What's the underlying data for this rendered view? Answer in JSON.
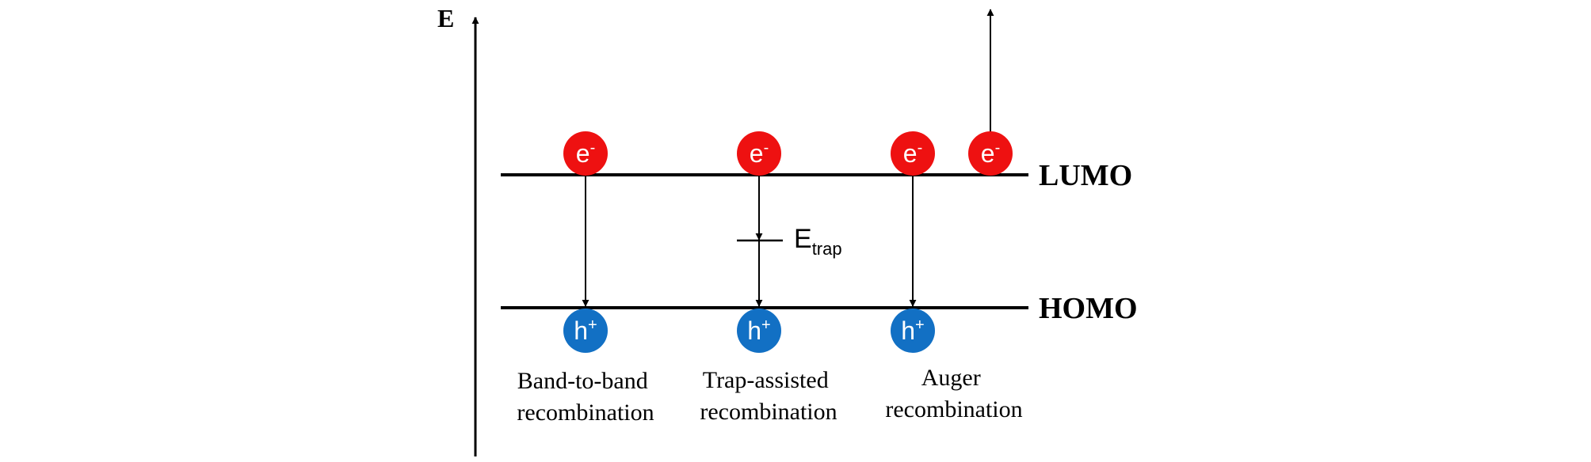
{
  "axis": {
    "label": "E"
  },
  "levels": {
    "lumo_label": "LUMO",
    "homo_label": "HOMO"
  },
  "particles": {
    "electron": {
      "symbol": "e",
      "charge": "-",
      "color": "#ee1111"
    },
    "hole": {
      "symbol": "h",
      "charge": "+",
      "color": "#1270c4"
    }
  },
  "trap": {
    "symbol": "E",
    "subscript": "trap"
  },
  "mechanisms": [
    {
      "line1": "Band-to-band",
      "line2": "recombination"
    },
    {
      "line1": "Trap-assisted",
      "line2": "recombination"
    },
    {
      "line1": "Auger",
      "line2": "recombination"
    }
  ]
}
